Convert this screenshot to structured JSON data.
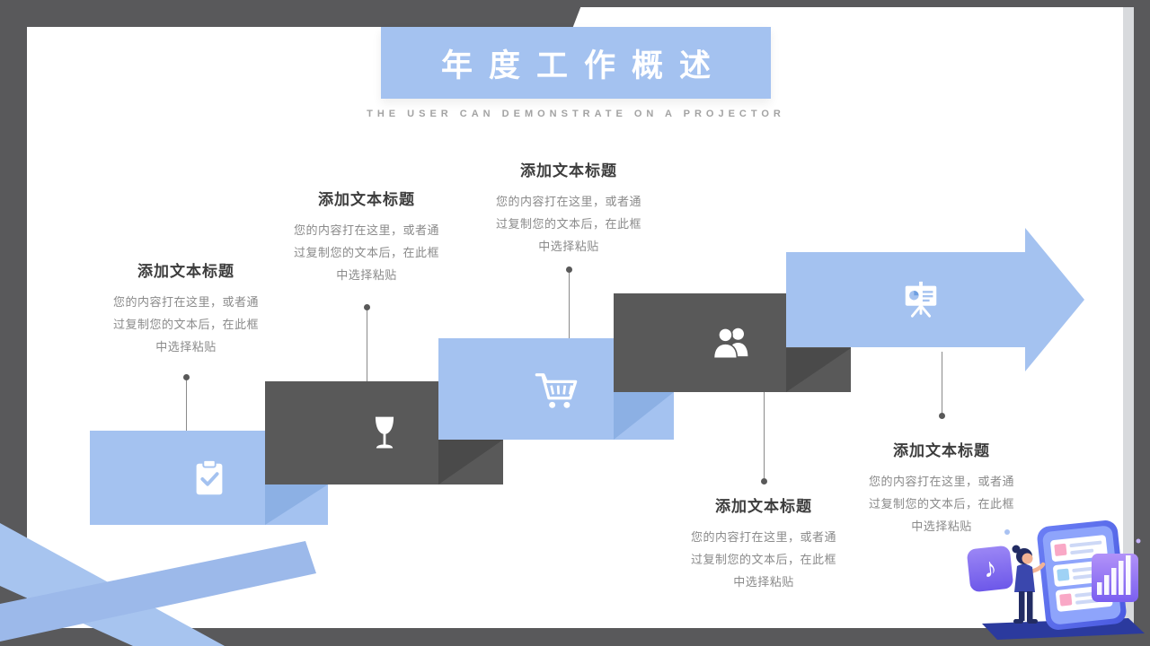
{
  "slide": {
    "title": "年度工作概述",
    "subtitle": "THE USER CAN DEMONSTRATE ON A PROJECTOR"
  },
  "steps": [
    {
      "heading": "添加文本标题",
      "body_lines": [
        "您的内容打在这里，或者通",
        "过复制您的文本后，在此框",
        "中选择粘贴"
      ],
      "icon": "clipboard-check-icon",
      "card_style": "blue",
      "text_position": "above"
    },
    {
      "heading": "添加文本标题",
      "body_lines": [
        "您的内容打在这里，或者通",
        "过复制您的文本后，在此框",
        "中选择粘贴"
      ],
      "icon": "wine-glass-icon",
      "card_style": "dark",
      "text_position": "above"
    },
    {
      "heading": "添加文本标题",
      "body_lines": [
        "您的内容打在这里，或者通",
        "过复制您的文本后，在此框",
        "中选择粘贴"
      ],
      "icon": "shopping-cart-icon",
      "card_style": "blue",
      "text_position": "above"
    },
    {
      "heading": "添加文本标题",
      "body_lines": [
        "您的内容打在这里，或者通",
        "过复制您的文本后，在此框",
        "中选择粘贴"
      ],
      "icon": "people-icon",
      "card_style": "dark",
      "text_position": "below"
    },
    {
      "heading": "添加文本标题",
      "body_lines": [
        "您的内容打在这里，或者通",
        "过复制您的文本后，在此框",
        "中选择粘贴"
      ],
      "icon": "presentation-board-icon",
      "card_style": "blue-arrow",
      "text_position": "below"
    }
  ],
  "colors": {
    "accent_blue": "#A4C2F0",
    "dark_gray": "#595959",
    "heading_text": "#3D3D3D",
    "body_text": "#8A8A8A",
    "banner_text": "#FFFFFF"
  },
  "illustration": {
    "music_note_glyph": "♪",
    "items": [
      "smartphone",
      "person-figure",
      "music-note-card",
      "bar-chart-card",
      "platform-base"
    ]
  }
}
